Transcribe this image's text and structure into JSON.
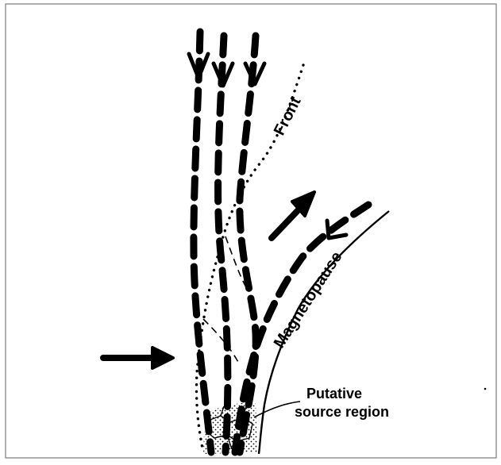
{
  "figure": {
    "labels": {
      "front": "Front",
      "magnetopause": "Magnetopause",
      "source_line1": "Putative",
      "source_line2": "source region"
    },
    "colors": {
      "ink": "#000000",
      "background": "#ffffff",
      "border": "#7a7a7a"
    }
  }
}
